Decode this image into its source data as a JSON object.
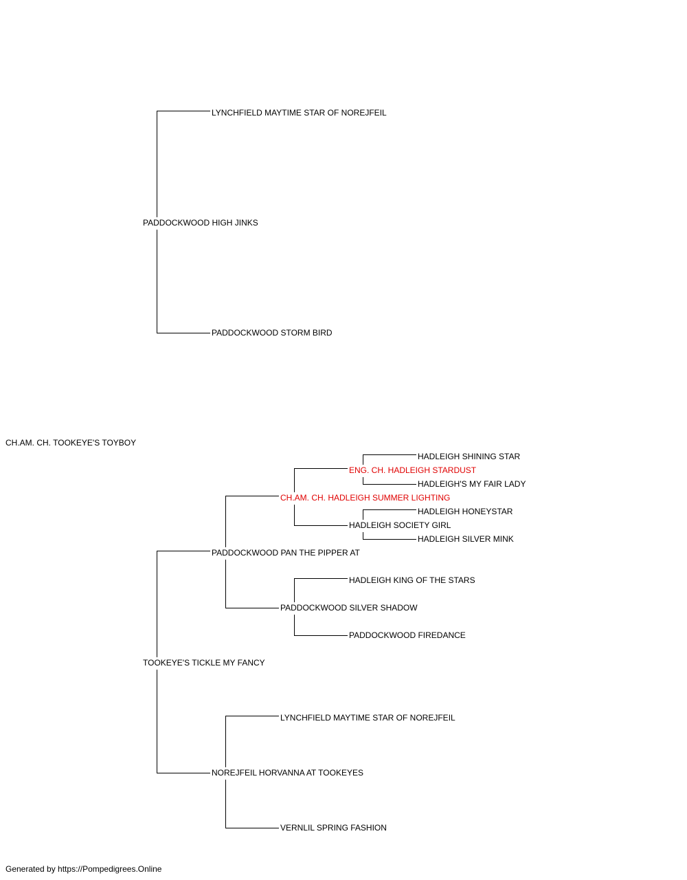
{
  "pedigree": {
    "subject": "CH.AM. CH. TOOKEYE'S TOYBOY",
    "sire": "PADDOCKWOOD HIGH JINKS",
    "sire_sire": "LYNCHFIELD MAYTIME STAR OF NOREJFEIL",
    "sire_dam": "PADDOCKWOOD STORM BIRD",
    "dam": "TOOKEYE'S TICKLE MY FANCY",
    "dam_sire": "PADDOCKWOOD PAN THE PIPPER AT",
    "dam_sire_sire": "CH.AM. CH. HADLEIGH SUMMER LIGHTING",
    "dam_sire_sire_sire": "ENG. CH. HADLEIGH STARDUST",
    "dam_sire_sire_sire_sire": "HADLEIGH SHINING STAR",
    "dam_sire_sire_sire_dam": "HADLEIGH'S MY FAIR LADY",
    "dam_sire_sire_dam": "HADLEIGH SOCIETY GIRL",
    "dam_sire_sire_dam_sire": "HADLEIGH HONEYSTAR",
    "dam_sire_sire_dam_dam": "HADLEIGH SILVER MINK",
    "dam_sire_dam": "PADDOCKWOOD SILVER SHADOW",
    "dam_sire_dam_sire": "HADLEIGH KING OF THE STARS",
    "dam_sire_dam_dam": "PADDOCKWOOD FIREDANCE",
    "dam_dam": "NOREJFEIL HORVANNA AT TOOKEYES",
    "dam_dam_sire": "LYNCHFIELD MAYTIME STAR OF NOREJFEIL",
    "dam_dam_dam": "VERNLIL SPRING FASHION"
  },
  "highlight_color": "#e00000",
  "footer": "Generated by https://Pompedigrees.Online"
}
